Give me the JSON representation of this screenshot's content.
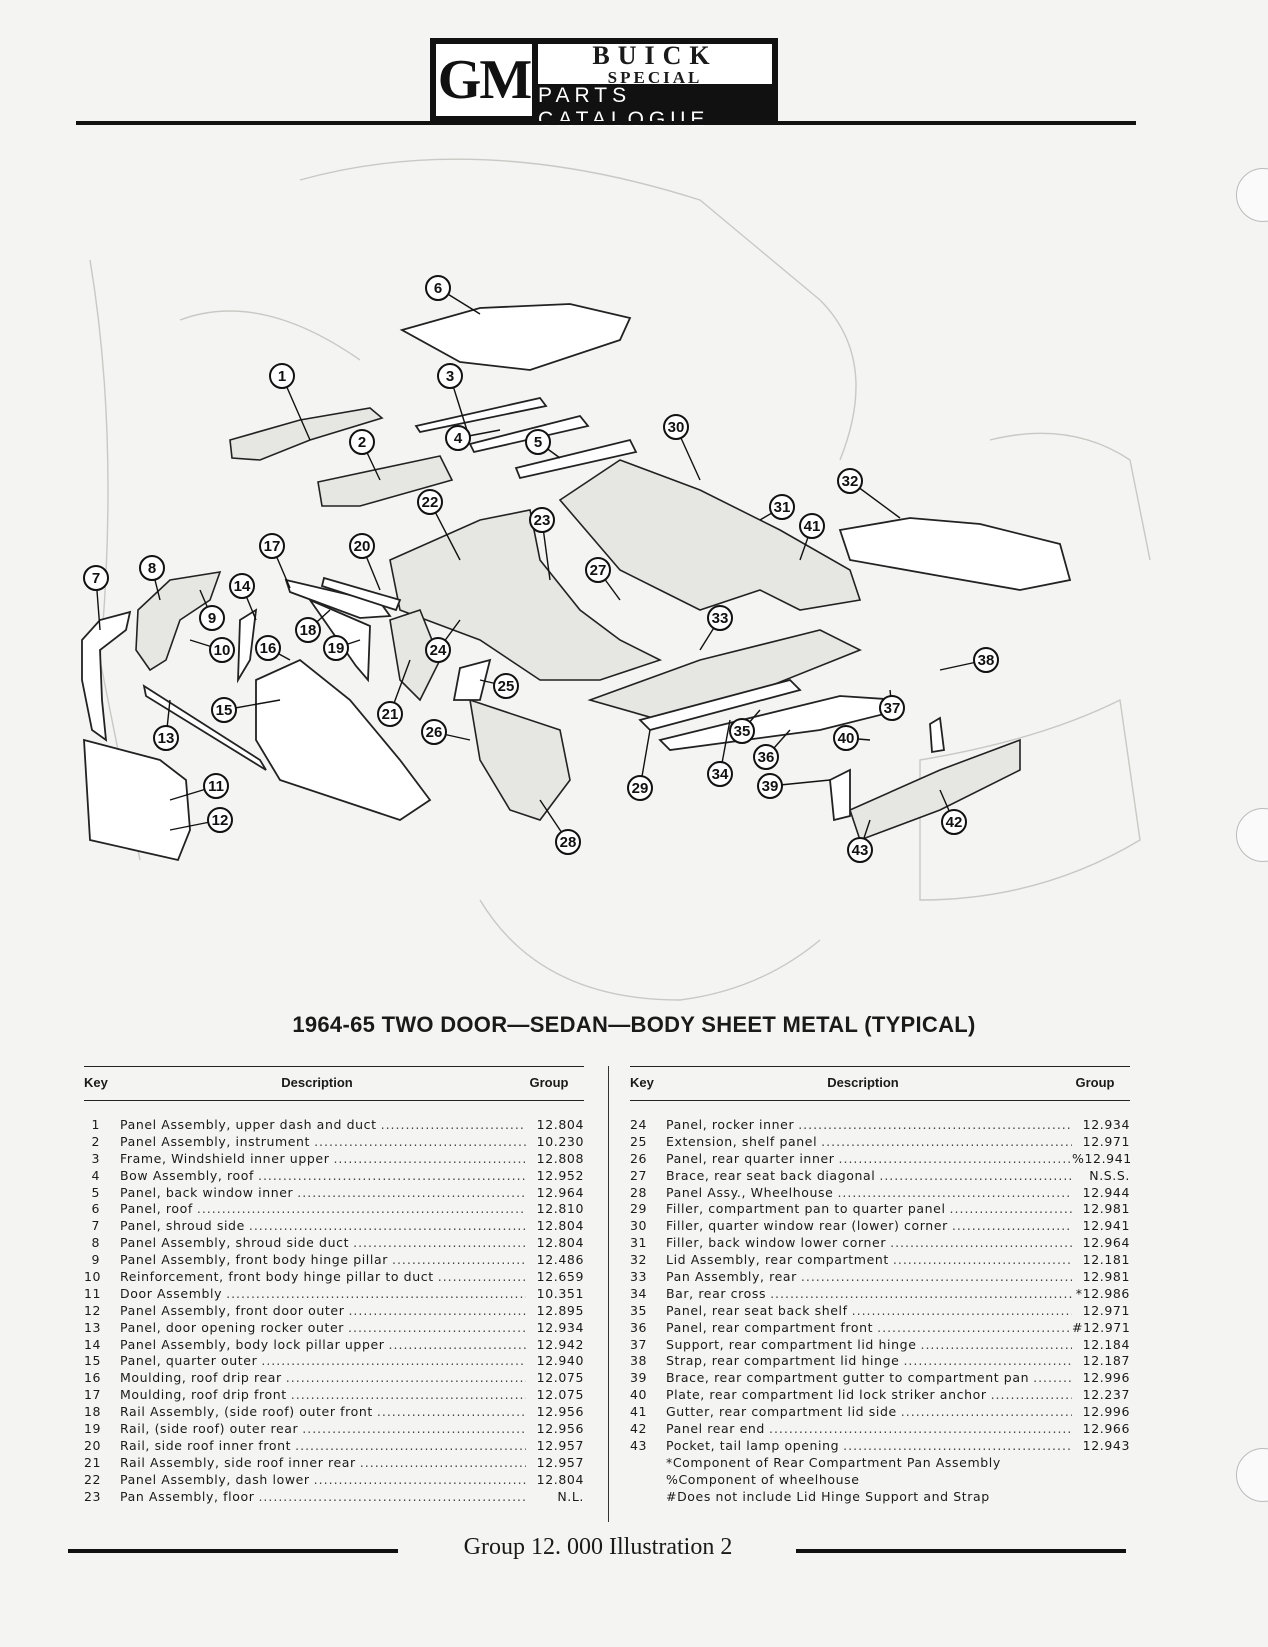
{
  "header": {
    "logo_gm": "GM",
    "logo_buick": "BUICK",
    "logo_special": "SPECIAL",
    "logo_catalogue": "PARTS CATALOGUE"
  },
  "figure": {
    "title": "1964-65 TWO DOOR—SEDAN—BODY SHEET METAL (TYPICAL)",
    "callouts": [
      "1",
      "2",
      "3",
      "4",
      "5",
      "6",
      "7",
      "8",
      "9",
      "10",
      "11",
      "12",
      "13",
      "14",
      "15",
      "16",
      "17",
      "18",
      "19",
      "20",
      "21",
      "22",
      "23",
      "24",
      "25",
      "26",
      "27",
      "28",
      "29",
      "30",
      "31",
      "32",
      "33",
      "34",
      "35",
      "36",
      "37",
      "38",
      "39",
      "40",
      "41",
      "42",
      "43"
    ]
  },
  "table": {
    "col_key": "Key",
    "col_desc": "Description",
    "col_group": "Group",
    "left_rows": [
      {
        "key": "1",
        "desc": "Panel Assembly, upper dash and duct",
        "group": "12.804"
      },
      {
        "key": "2",
        "desc": "Panel Assembly, instrument",
        "group": "10.230"
      },
      {
        "key": "3",
        "desc": "Frame, Windshield inner upper",
        "group": "12.808"
      },
      {
        "key": "4",
        "desc": "Bow Assembly, roof",
        "group": "12.952"
      },
      {
        "key": "5",
        "desc": "Panel, back window inner",
        "group": "12.964"
      },
      {
        "key": "6",
        "desc": "Panel, roof",
        "group": "12.810"
      },
      {
        "key": "7",
        "desc": "Panel, shroud side",
        "group": "12.804"
      },
      {
        "key": "8",
        "desc": "Panel Assembly, shroud side duct",
        "group": "12.804"
      },
      {
        "key": "9",
        "desc": "Panel Assembly, front body hinge pillar",
        "group": "12.486"
      },
      {
        "key": "10",
        "desc": "Reinforcement, front body hinge pillar to duct",
        "group": "12.659"
      },
      {
        "key": "11",
        "desc": "Door Assembly",
        "group": "10.351"
      },
      {
        "key": "12",
        "desc": "Panel Assembly, front door outer",
        "group": "12.895"
      },
      {
        "key": "13",
        "desc": "Panel, door opening rocker outer",
        "group": "12.934"
      },
      {
        "key": "14",
        "desc": "Panel Assembly, body lock pillar upper",
        "group": "12.942"
      },
      {
        "key": "15",
        "desc": "Panel, quarter outer",
        "group": "12.940"
      },
      {
        "key": "16",
        "desc": "Moulding, roof drip rear",
        "group": "12.075"
      },
      {
        "key": "17",
        "desc": "Moulding, roof drip front",
        "group": "12.075"
      },
      {
        "key": "18",
        "desc": "Rail Assembly, (side roof) outer front",
        "group": "12.956"
      },
      {
        "key": "19",
        "desc": "Rail, (side roof) outer rear",
        "group": "12.956"
      },
      {
        "key": "20",
        "desc": "Rail, side roof inner front",
        "group": "12.957"
      },
      {
        "key": "21",
        "desc": "Rail Assembly, side roof inner rear",
        "group": "12.957"
      },
      {
        "key": "22",
        "desc": "Panel Assembly, dash lower",
        "group": "12.804"
      },
      {
        "key": "23",
        "desc": "Pan Assembly, floor",
        "group": "N.L."
      }
    ],
    "right_rows": [
      {
        "key": "24",
        "desc": "Panel, rocker inner",
        "group": "12.934"
      },
      {
        "key": "25",
        "desc": "Extension, shelf panel",
        "group": "12.971"
      },
      {
        "key": "26",
        "desc": "Panel, rear quarter inner",
        "group": "%12.941"
      },
      {
        "key": "27",
        "desc": "Brace, rear seat back diagonal",
        "group": "N.S.S."
      },
      {
        "key": "28",
        "desc": "Panel Assy., Wheelhouse",
        "group": "12.944"
      },
      {
        "key": "29",
        "desc": "Filler, compartment pan to quarter panel",
        "group": "12.981"
      },
      {
        "key": "30",
        "desc": "Filler, quarter window rear (lower) corner",
        "group": "12.941"
      },
      {
        "key": "31",
        "desc": "Filler, back window lower corner",
        "group": "12.964"
      },
      {
        "key": "32",
        "desc": "Lid Assembly, rear compartment",
        "group": "12.181"
      },
      {
        "key": "33",
        "desc": "Pan Assembly, rear",
        "group": "12.981"
      },
      {
        "key": "34",
        "desc": "Bar, rear cross",
        "group": "*12.986"
      },
      {
        "key": "35",
        "desc": "Panel, rear seat back shelf",
        "group": "12.971"
      },
      {
        "key": "36",
        "desc": "Panel, rear compartment front",
        "group": "#12.971"
      },
      {
        "key": "37",
        "desc": "Support, rear compartment lid hinge",
        "group": "12.184"
      },
      {
        "key": "38",
        "desc": "Strap, rear compartment lid hinge",
        "group": "12.187"
      },
      {
        "key": "39",
        "desc": "Brace, rear compartment gutter to compartment pan",
        "group": "12.996"
      },
      {
        "key": "40",
        "desc": "Plate, rear compartment lid lock striker anchor",
        "group": "12.237"
      },
      {
        "key": "41",
        "desc": "Gutter, rear compartment lid side",
        "group": "12.996"
      },
      {
        "key": "42",
        "desc": "Panel rear end",
        "group": "12.966"
      },
      {
        "key": "43",
        "desc": "Pocket, tail lamp opening",
        "group": "12.943"
      }
    ],
    "notes": [
      "*Component of Rear Compartment Pan Assembly",
      "%Component of wheelhouse",
      "#Does not include Lid Hinge Support and Strap"
    ]
  },
  "footer": {
    "text": "Group 12. 000 Illustration 2"
  }
}
